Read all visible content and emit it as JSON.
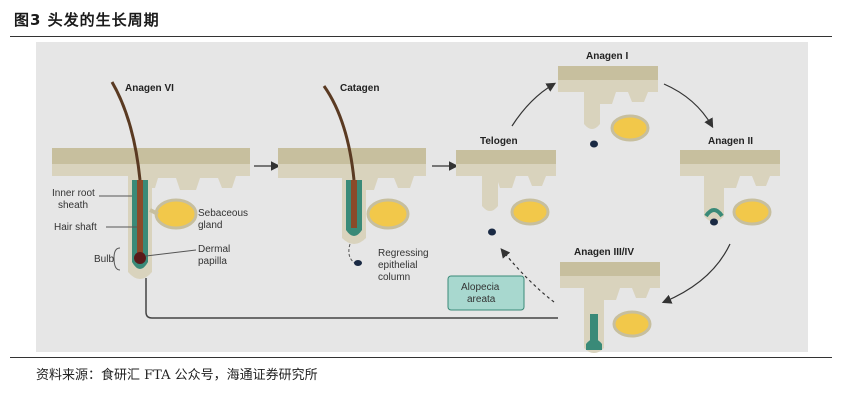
{
  "figure": {
    "title": "图3  头发的生长周期",
    "source": "资料来源：食研汇 FTA 公众号，海通证券研究所"
  },
  "stages": {
    "anagen_vi": "Anagen VI",
    "catagen": "Catagen",
    "telogen": "Telogen",
    "anagen_i": "Anagen I",
    "anagen_ii": "Anagen II",
    "anagen_iii_iv": "Anagen III/IV"
  },
  "labels": {
    "inner_root_sheath_1": "Inner root",
    "inner_root_sheath_2": "sheath",
    "hair_shaft": "Hair shaft",
    "bulb": "Bulb",
    "sebaceous_1": "Sebaceous",
    "sebaceous_2": "gland",
    "dermal_1": "Dermal",
    "dermal_2": "papilla",
    "regressing_1": "Regressing",
    "regressing_2": "epithelial",
    "regressing_3": "column",
    "alopecia_1": "Alopecia",
    "alopecia_2": "areata"
  },
  "colors": {
    "panel_bg": "#e6e6e6",
    "skin": "#d9d3bd",
    "skin_top": "#c7bf9e",
    "sheath": "#3a8a78",
    "hair": "#5a3a22",
    "gland": "#f2c84a",
    "box": "#a8d8cf"
  }
}
